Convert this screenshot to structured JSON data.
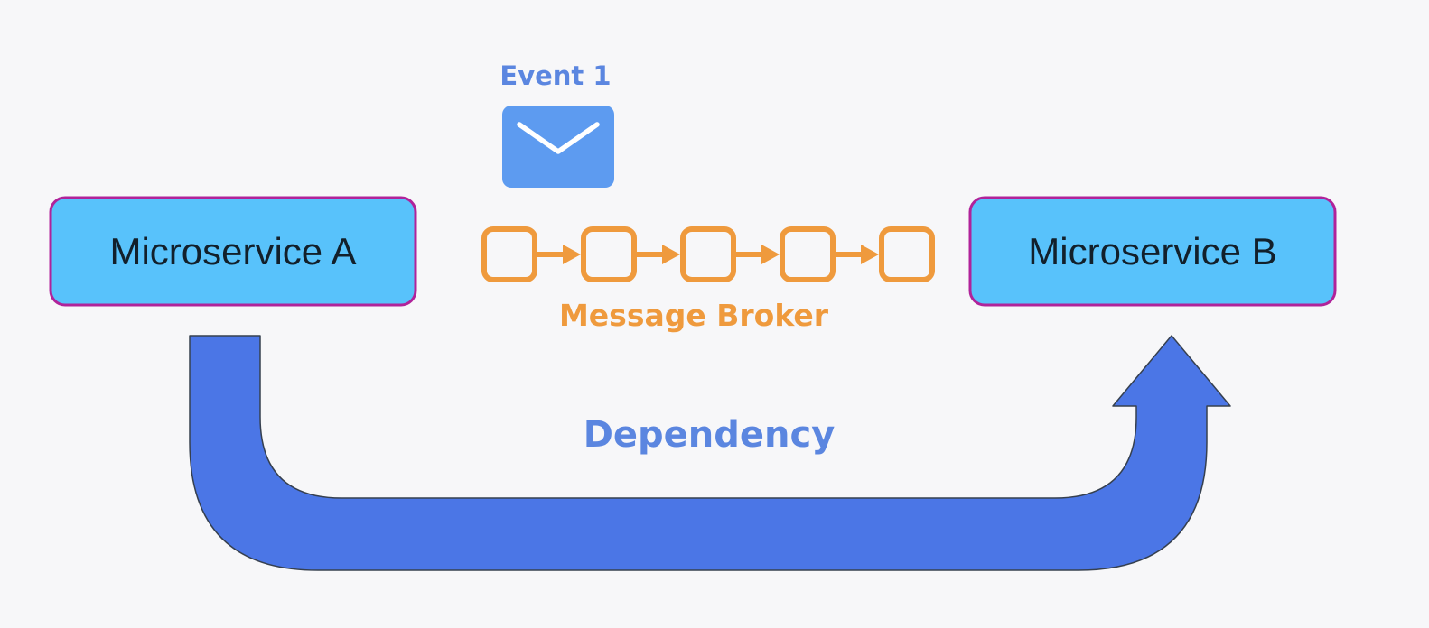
{
  "event": {
    "label": "Event 1",
    "icon": "envelope-icon"
  },
  "services": {
    "a": {
      "label": "Microservice A"
    },
    "b": {
      "label": "Microservice B"
    }
  },
  "broker": {
    "label": "Message Broker",
    "queue_length": 5
  },
  "dependency": {
    "label": "Dependency"
  },
  "colors": {
    "background": "#f7f7f9",
    "service_fill": "#58c2fb",
    "service_border": "#b0239a",
    "envelope": "#5d9bf0",
    "broker": "#ef9a3d",
    "arrow": "#4b76e6",
    "label_blue": "#5b86e0"
  }
}
